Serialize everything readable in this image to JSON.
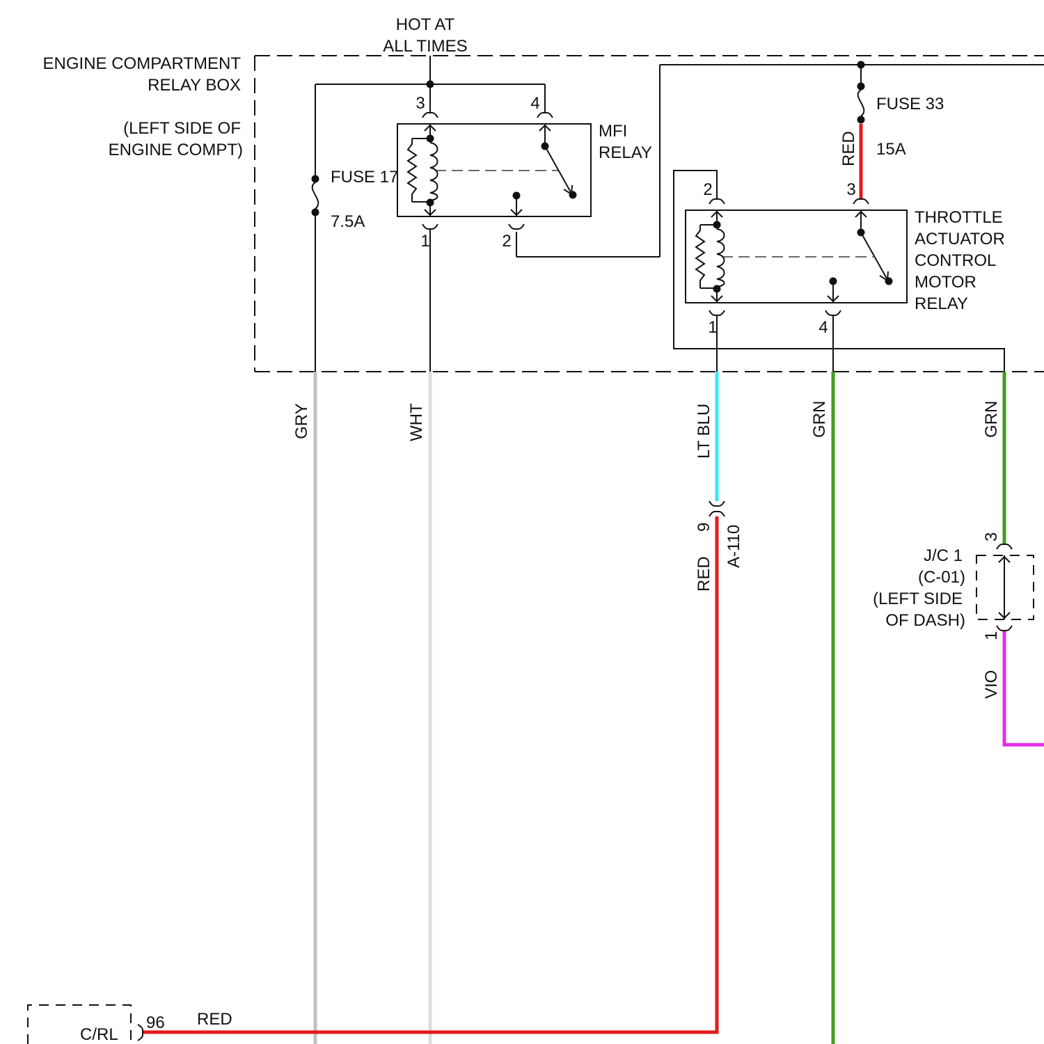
{
  "labels": {
    "hot_at": "HOT AT",
    "all_times": "ALL TIMES",
    "box_name_1": "ENGINE COMPARTMENT",
    "box_name_2": "RELAY BOX",
    "box_loc_1": "(LEFT SIDE OF",
    "box_loc_2": "ENGINE COMPT)",
    "fuse17": "FUSE 17",
    "fuse17_rating": "7.5A",
    "fuse33": "FUSE 33",
    "fuse33_rating": "15A",
    "mfi_1": "MFI",
    "mfi_2": "RELAY",
    "tac_1": "THROTTLE",
    "tac_2": "ACTUATOR",
    "tac_3": "CONTROL",
    "tac_4": "MOTOR",
    "tac_5": "RELAY",
    "jc_1": "J/C 1",
    "jc_2": "(C-01)",
    "jc_3": "(LEFT SIDE",
    "jc_4": "OF DASH)",
    "crl": "C/RL",
    "connector_a110": "A-110"
  },
  "pins": {
    "mfi_3": "3",
    "mfi_4": "4",
    "mfi_1": "1",
    "mfi_2": "2",
    "tac_2": "2",
    "tac_3": "3",
    "tac_1": "1",
    "tac_4": "4",
    "a110_9": "9",
    "jc_3": "3",
    "jc_1": "1",
    "crl_96": "96"
  },
  "wires": {
    "gry": {
      "label": "GRY",
      "color": "#c0c0c0"
    },
    "wht": {
      "label": "WHT",
      "color": "#dcdcdc"
    },
    "ltblu": {
      "label": "LT BLU",
      "color": "#3ee6f2"
    },
    "grn1": {
      "label": "GRN",
      "color": "#3f9e1f"
    },
    "grn2": {
      "label": "GRN",
      "color": "#3f9e1f"
    },
    "red_fuse33": {
      "label": "RED",
      "color": "#e31b1b"
    },
    "red_a110": {
      "label": "RED",
      "color": "#e31b1b"
    },
    "red_crl": {
      "label": "RED",
      "color": "#e31b1b"
    },
    "vio": {
      "label": "VIO",
      "color": "#e62ee6"
    }
  }
}
